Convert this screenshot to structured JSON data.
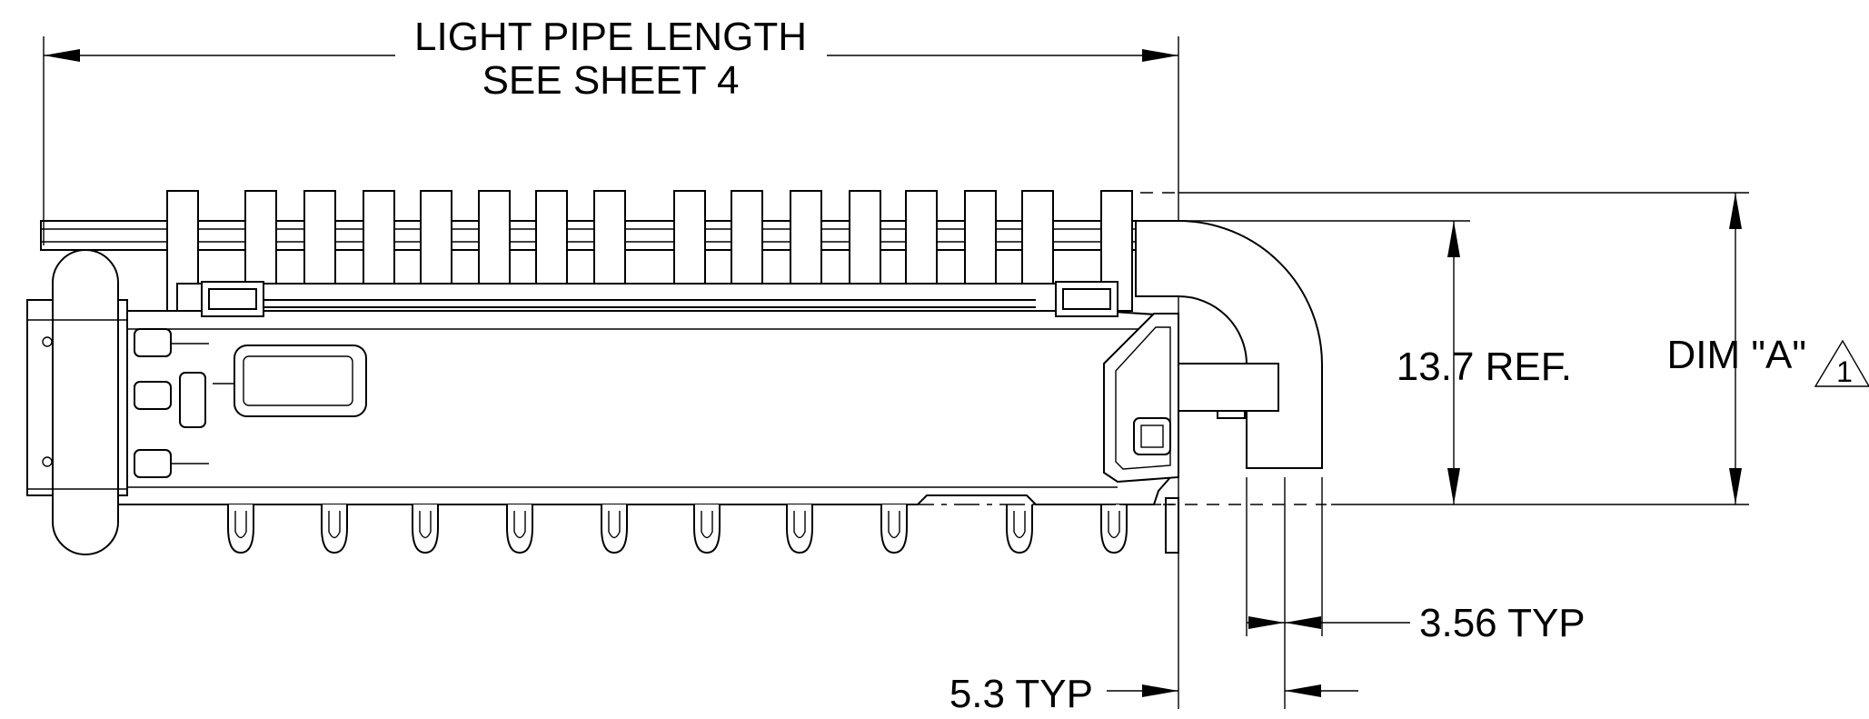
{
  "drawing": {
    "dimensions": {
      "length_line1": "LIGHT PIPE LENGTH",
      "length_line2": "SEE SHEET 4",
      "height_ref": "13.7 REF.",
      "dim_a": "DIM \"A\"",
      "dim_a_revision": "1",
      "pipe_width": "3.56 TYP",
      "pipe_offset": "5.3 TYP"
    }
  }
}
